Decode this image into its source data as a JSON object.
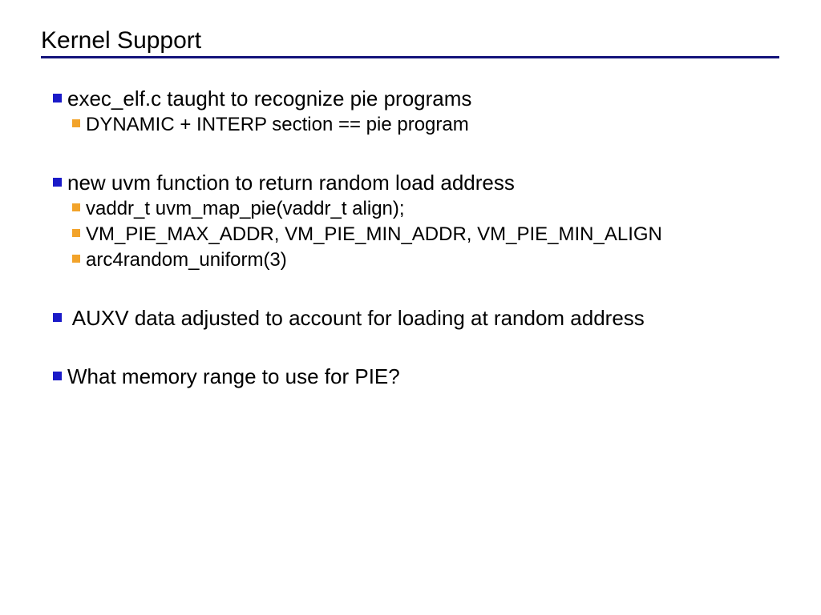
{
  "slide": {
    "title": "Kernel Support",
    "rule_color": "#13137a",
    "background_color": "#ffffff",
    "text_color": "#000000",
    "bullet_level1_color": "#1a1ac8",
    "bullet_level2_color": "#f2a32a",
    "groups": [
      {
        "items": [
          {
            "level": 1,
            "text": "exec_elf.c taught to recognize pie programs"
          },
          {
            "level": 2,
            "text": "DYNAMIC + INTERP section == pie program"
          }
        ]
      },
      {
        "items": [
          {
            "level": 1,
            "text": "new uvm function to return random load address"
          },
          {
            "level": 2,
            "text": "vaddr_t uvm_map_pie(vaddr_t align);"
          },
          {
            "level": 2,
            "text": "VM_PIE_MAX_ADDR, VM_PIE_MIN_ADDR, VM_PIE_MIN_ALIGN"
          },
          {
            "level": 2,
            "text": "arc4random_uniform(3)"
          }
        ]
      },
      {
        "items": [
          {
            "level": 1,
            "text": " AUXV data adjusted to account for loading at random address"
          }
        ]
      },
      {
        "items": [
          {
            "level": 1,
            "text": "What memory range to use for PIE?"
          }
        ]
      }
    ]
  }
}
